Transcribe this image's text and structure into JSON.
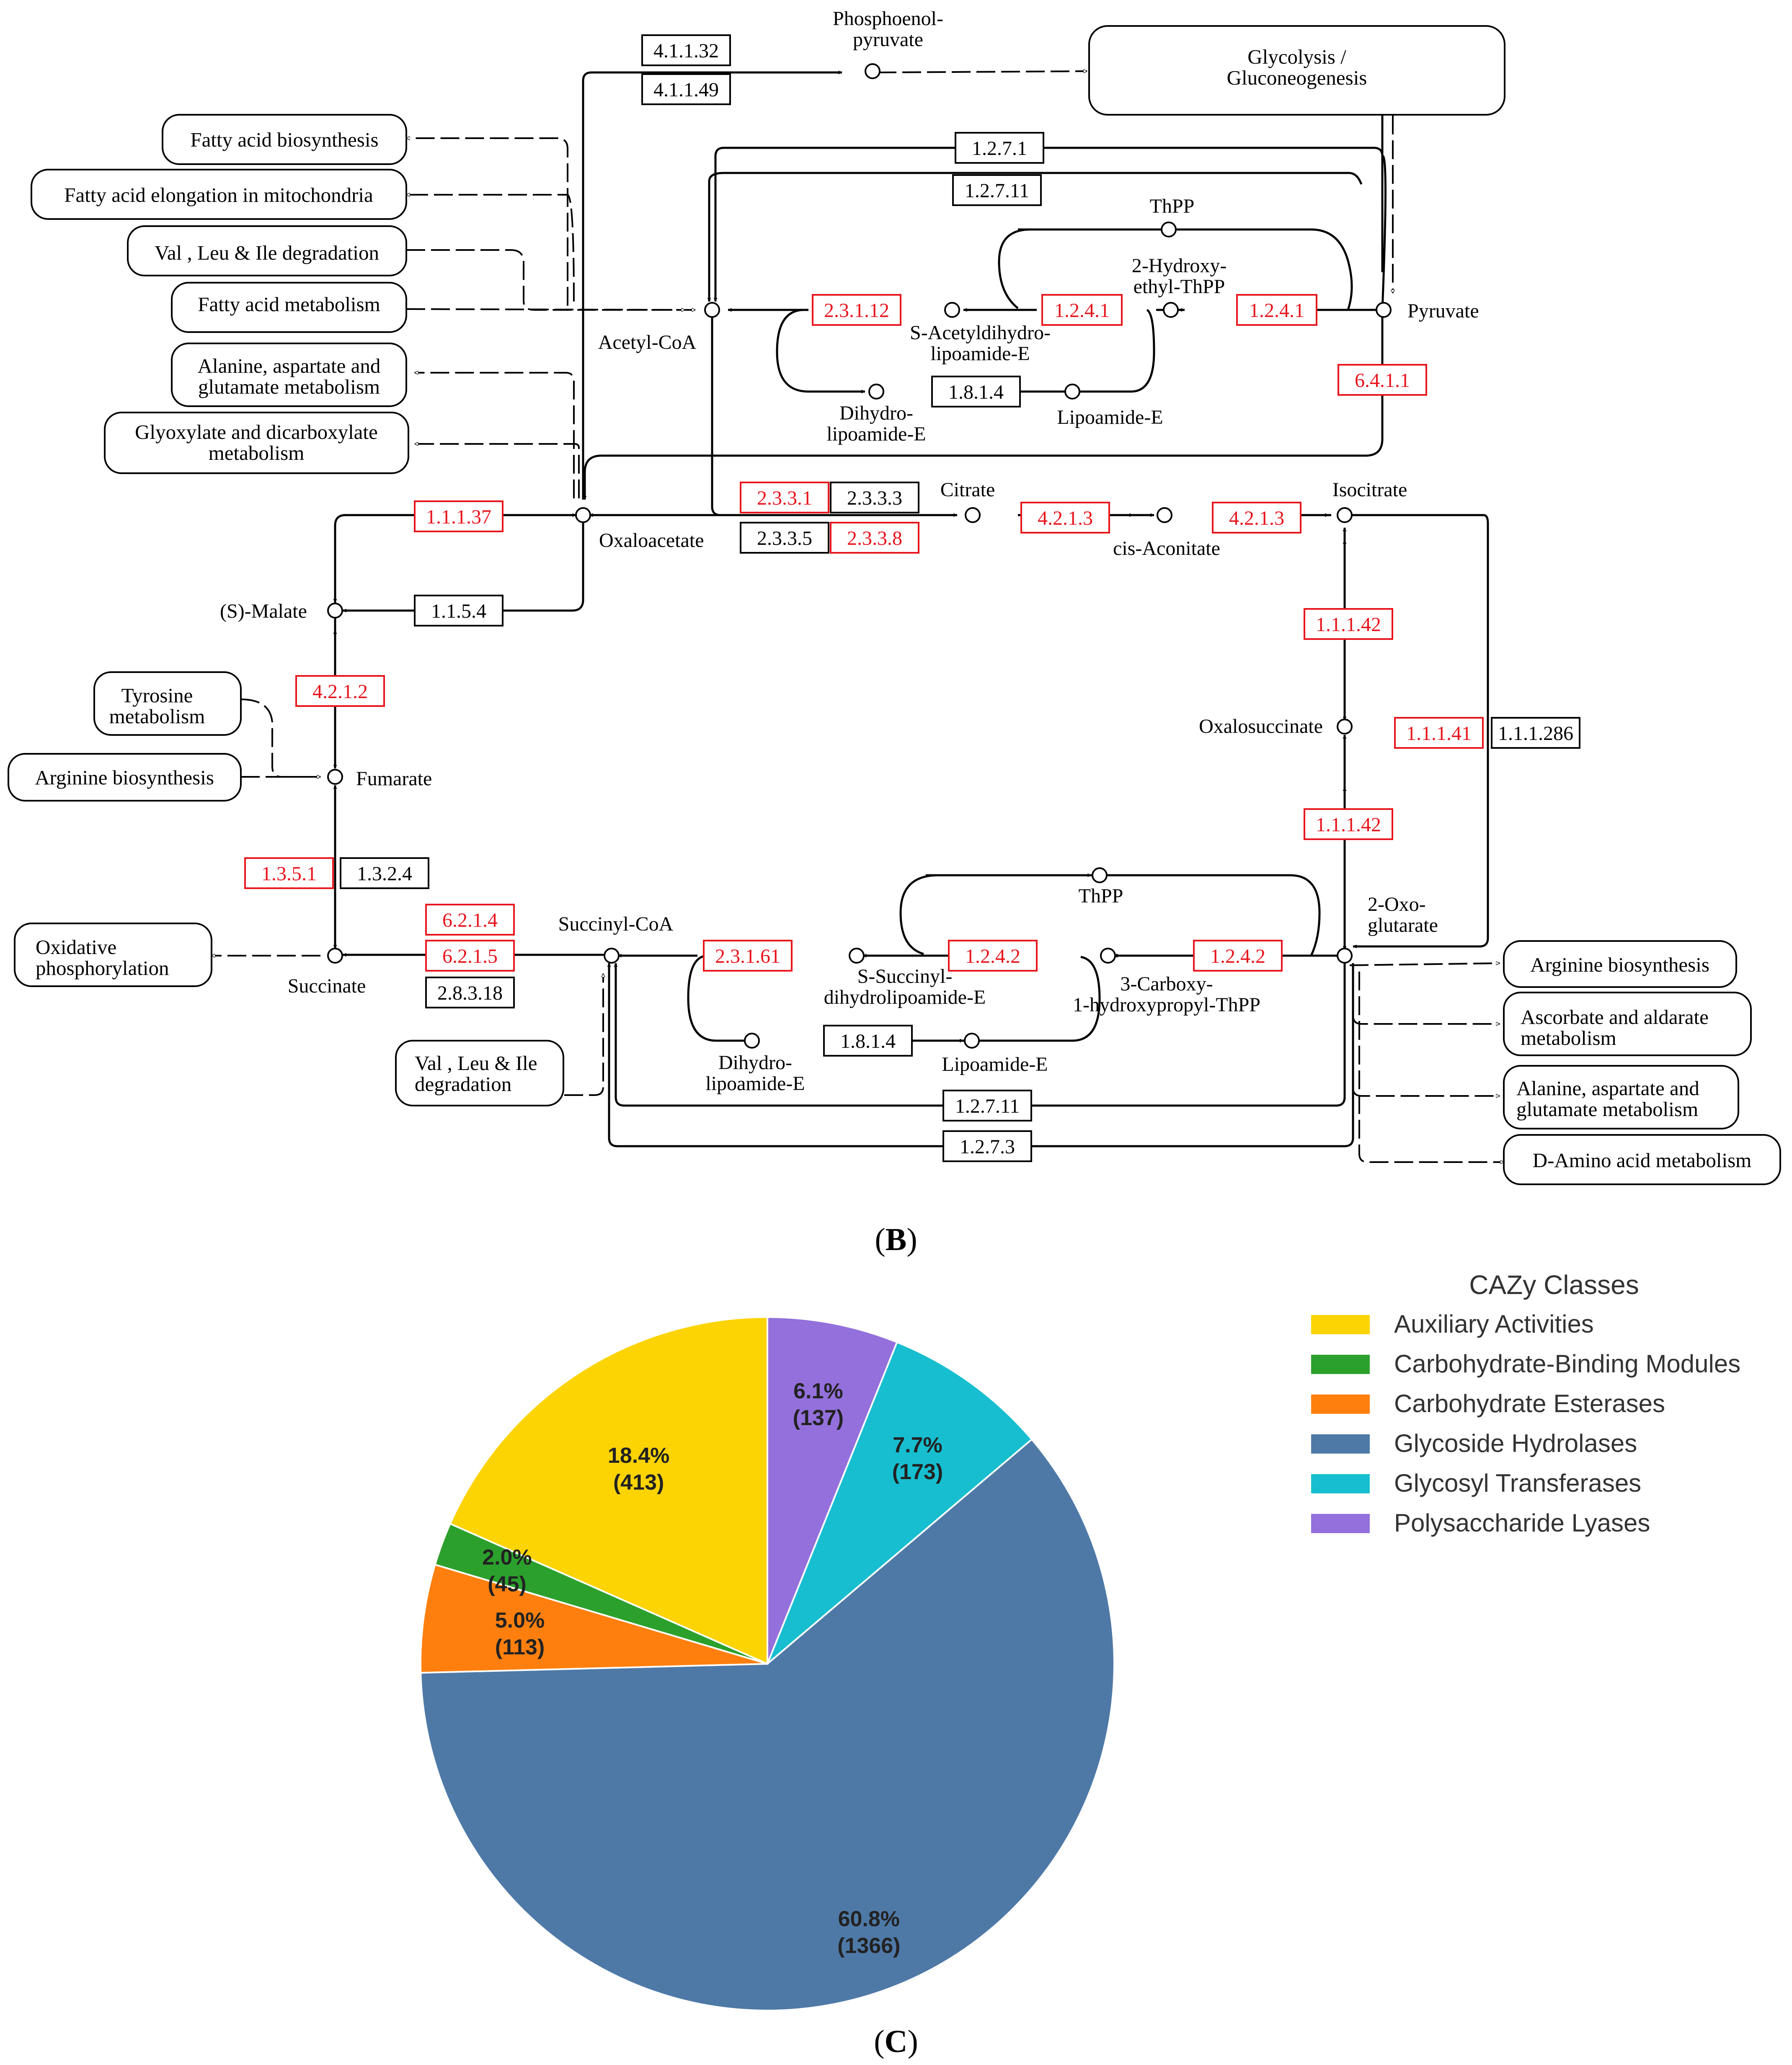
{
  "colors": {
    "ec_found": "#e8141c",
    "ec_plain": "#000000",
    "aa": "#fcd303",
    "cbm": "#2ca02c",
    "ce": "#ff7f0e",
    "gh": "#4e79a7",
    "gt": "#17becf",
    "pl": "#9370db"
  },
  "panel_b": {
    "label_open": "(",
    "label_letter": "B",
    "label_close": ")",
    "pathways": {
      "glycolysis": [
        "Glycolysis /",
        "Gluconeogenesis"
      ],
      "fa_biosynthesis": [
        "Fatty acid biosynthesis"
      ],
      "fa_elongation": [
        "Fatty acid elongation in mitochondria"
      ],
      "val_leu_ile_top": [
        "Val , Leu & Ile degradation"
      ],
      "fa_metabolism": [
        "Fatty acid metabolism"
      ],
      "ala_asp_glu_left": [
        "Alanine, aspartate and",
        "glutamate metabolism"
      ],
      "glyoxylate": [
        "Glyoxylate and dicarboxylate",
        "metabolism"
      ],
      "tyrosine": [
        "Tyrosine",
        "metabolism"
      ],
      "arginine_left": [
        "Arginine biosynthesis"
      ],
      "oxphos": [
        "Oxidative",
        "phosphorylation"
      ],
      "val_leu_ile_bottom": [
        "Val , Leu & Ile",
        "degradation"
      ],
      "arginine_right": [
        "Arginine biosynthesis"
      ],
      "ascorbate": [
        "Ascorbate and aldarate",
        "metabolism"
      ],
      "ala_asp_glu_right": [
        "Alanine, aspartate and",
        "glutamate metabolism"
      ],
      "d_amino": [
        "D-Amino acid metabolism"
      ]
    },
    "compounds": {
      "pep": [
        "Phosphoenol-",
        "pyruvate"
      ],
      "thpp_top": [
        "ThPP"
      ],
      "hydroxyethyl_thpp": [
        "2-Hydroxy-",
        "ethyl-ThPP"
      ],
      "pyruvate": [
        "Pyruvate"
      ],
      "acetyl_coa": [
        "Acetyl-CoA"
      ],
      "s_acetyl": [
        "S-Acetyldihydro-",
        "lipoamide-E"
      ],
      "dihydrolipo_top": [
        "Dihydro-",
        "lipoamide-E"
      ],
      "lipoamide_top": [
        "Lipoamide-E"
      ],
      "citrate": [
        "Citrate"
      ],
      "cis_aconitate": [
        "cis-Aconitate"
      ],
      "isocitrate": [
        "Isocitrate"
      ],
      "oxaloacetate": [
        "Oxaloacetate"
      ],
      "malate": [
        "(S)-Malate"
      ],
      "oxalosuccinate": [
        "Oxalosuccinate"
      ],
      "fumarate": [
        "Fumarate"
      ],
      "succinyl_coa": [
        "Succinyl-CoA"
      ],
      "succinate": [
        "Succinate"
      ],
      "thpp_bottom": [
        "ThPP"
      ],
      "oxoglutarate": [
        "2-Oxo-",
        "glutarate"
      ],
      "s_succinyl": [
        "S-Succinyl-",
        "dihydrolipoamide-E"
      ],
      "carboxy_thpp": [
        "3-Carboxy-",
        "1-hydroxypropyl-ThPP"
      ],
      "dihydrolipo_bottom": [
        "Dihydro-",
        "lipoamide-E"
      ],
      "lipoamide_bottom": [
        "Lipoamide-E"
      ]
    },
    "enzymes": {
      "e_4_1_1_32": "4.1.1.32",
      "e_4_1_1_49": "4.1.1.49",
      "e_1_2_7_1": "1.2.7.1",
      "e_1_2_7_11_top": "1.2.7.11",
      "e_2_3_1_12": "2.3.1.12",
      "e_1_2_4_1_a": "1.2.4.1",
      "e_1_2_4_1_b": "1.2.4.1",
      "e_1_8_1_4_top": "1.8.1.4",
      "e_6_4_1_1": "6.4.1.1",
      "e_2_3_3_1": "2.3.3.1",
      "e_2_3_3_3": "2.3.3.3",
      "e_2_3_3_5": "2.3.3.5",
      "e_2_3_3_8": "2.3.3.8",
      "e_4_2_1_3_a": "4.2.1.3",
      "e_4_2_1_3_b": "4.2.1.3",
      "e_1_1_1_37": "1.1.1.37",
      "e_1_1_5_4": "1.1.5.4",
      "e_1_1_1_42_a": "1.1.1.42",
      "e_1_1_1_42_b": "1.1.1.42",
      "e_1_1_1_41": "1.1.1.41",
      "e_1_1_1_286": "1.1.1.286",
      "e_4_2_1_2": "4.2.1.2",
      "e_1_3_5_1": "1.3.5.1",
      "e_1_3_2_4": "1.3.2.4",
      "e_6_2_1_4": "6.2.1.4",
      "e_6_2_1_5": "6.2.1.5",
      "e_2_8_3_18": "2.8.3.18",
      "e_2_3_1_61": "2.3.1.61",
      "e_1_2_4_2_a": "1.2.4.2",
      "e_1_2_4_2_b": "1.2.4.2",
      "e_1_8_1_4_bottom": "1.8.1.4",
      "e_1_2_7_11_bottom": "1.2.7.11",
      "e_1_2_7_3": "1.2.7.3"
    }
  },
  "panel_c": {
    "label_open": "(",
    "label_letter": "C",
    "label_close": ")",
    "chart_data": {
      "type": "pie",
      "legend_title": "CAZy Classes",
      "legend_position": "top-right",
      "start_angle_deg": 90,
      "direction": "clockwise",
      "slices": [
        {
          "name": "Polysaccharide Lyases",
          "value": 137,
          "percent": "6.1%",
          "count": "(137)",
          "color": "#9370db"
        },
        {
          "name": "Glycosyl Transferases",
          "value": 173,
          "percent": "7.7%",
          "count": "(173)",
          "color": "#17becf"
        },
        {
          "name": "Glycoside Hydrolases",
          "value": 1366,
          "percent": "60.8%",
          "count": "(1366)",
          "color": "#4e79a7"
        },
        {
          "name": "Carbohydrate Esterases",
          "value": 113,
          "percent": "5.0%",
          "count": "(113)",
          "color": "#ff7f0e"
        },
        {
          "name": "Carbohydrate-Binding Modules",
          "value": 45,
          "percent": "2.0%",
          "count": "(45)",
          "color": "#2ca02c"
        },
        {
          "name": "Auxiliary Activities",
          "value": 413,
          "percent": "18.4%",
          "count": "(413)",
          "color": "#fcd303"
        }
      ],
      "legend_order": [
        "Auxiliary Activities",
        "Carbohydrate-Binding Modules",
        "Carbohydrate Esterases",
        "Glycoside Hydrolases",
        "Glycosyl Transferases",
        "Polysaccharide Lyases"
      ]
    }
  }
}
